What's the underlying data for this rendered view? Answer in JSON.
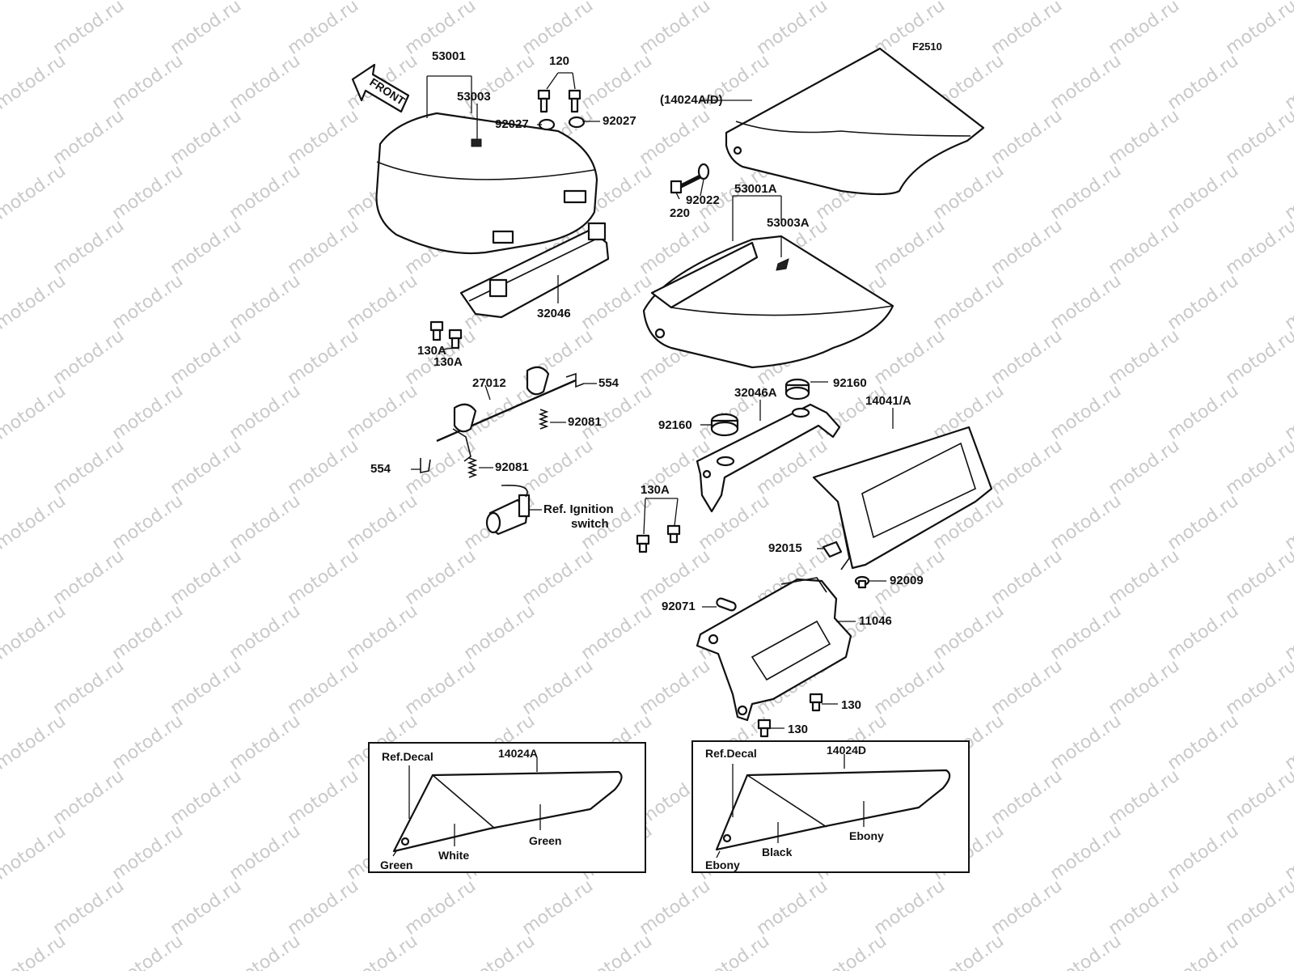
{
  "diagram": {
    "code": "F2510",
    "watermark": "motod.ru",
    "front_arrow": "FRONT",
    "labels": {
      "p53001": "53001",
      "p53003": "53003",
      "p120": "120",
      "p92027_left": "92027",
      "p92027_right": "92027",
      "p14024AD": "(14024A/D)",
      "p92022": "92022",
      "p220": "220",
      "p53001A": "53001A",
      "p53003A": "53003A",
      "p32046": "32046",
      "p130A_1": "130A",
      "p130A_2": "130A",
      "p27012": "27012",
      "p554_top": "554",
      "p92081_top": "92081",
      "p554_bottom": "554",
      "p92081_bottom": "92081",
      "ref_ignition_1": "Ref. Ignition",
      "ref_ignition_2": "switch",
      "p92160_top": "92160",
      "p32046A": "32046A",
      "p14041A": "14041/A",
      "p92160_left": "92160",
      "p130A_group": "130A",
      "p92015": "92015",
      "p92009": "92009",
      "p92071": "92071",
      "p11046": "11046",
      "p130_upper": "130",
      "p130_lower": "130"
    },
    "inset_left": {
      "ref": "Ref.Decal",
      "part": "14024A",
      "color_corner": "Green",
      "color_middle": "White",
      "color_body": "Green"
    },
    "inset_right": {
      "ref": "Ref.Decal",
      "part": "14024D",
      "color_corner": "Ebony",
      "color_middle": "Black",
      "color_body": "Ebony"
    }
  }
}
